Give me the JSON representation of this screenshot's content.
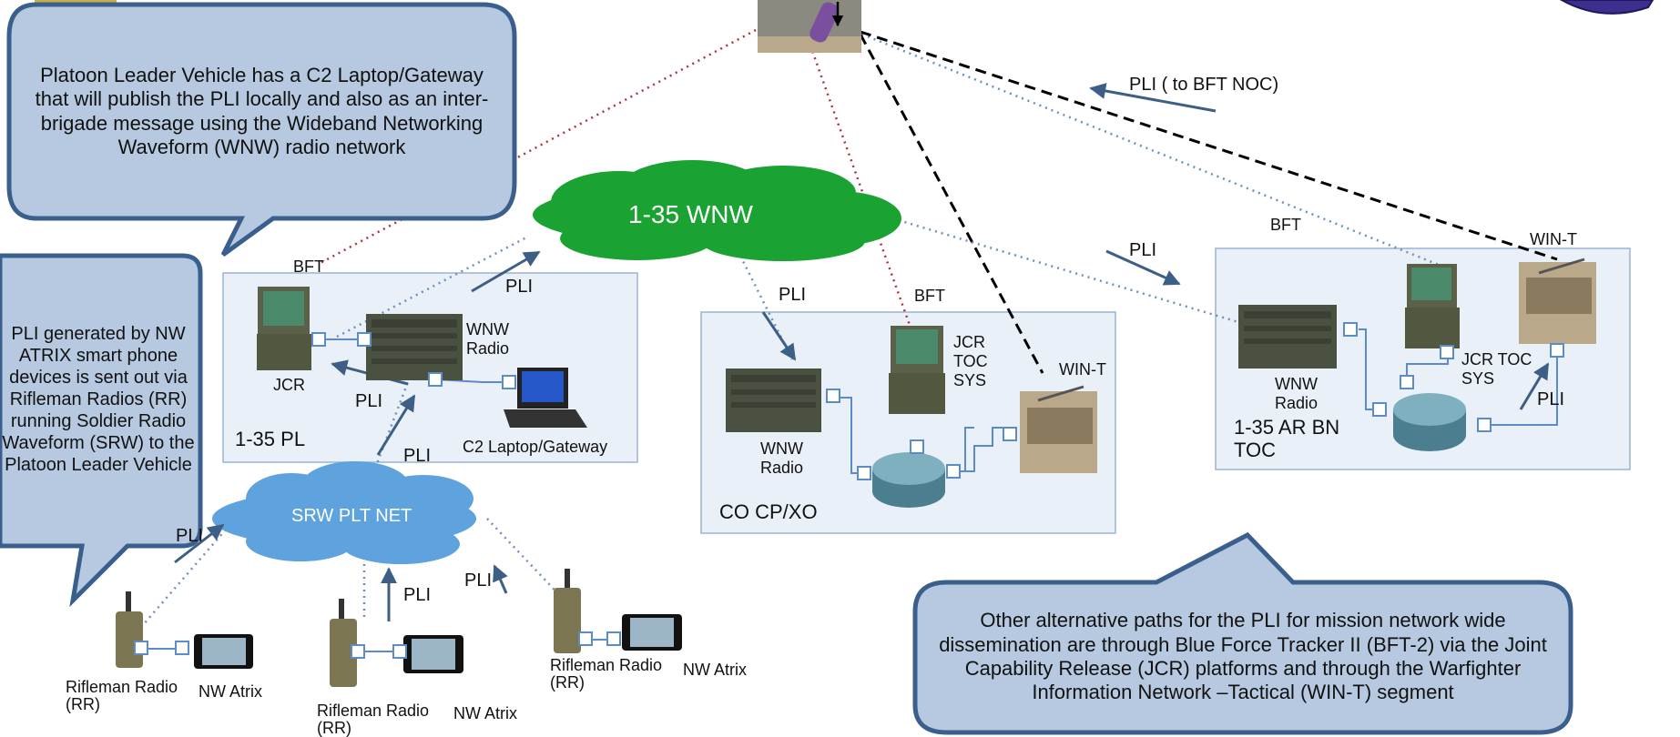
{
  "callouts": {
    "platoon_leader": "Platoon Leader Vehicle has a C2 Laptop/Gateway that will publish the PLI locally and also as an inter-brigade message using the Wideband Networking Waveform (WNW) radio network",
    "pli_generated": "PLI  generated by  NW ATRIX smart phone devices is sent out via Rifleman Radios (RR) running  Soldier Radio Waveform (SRW) to the Platoon Leader Vehicle",
    "alternative_paths": "Other alternative paths for the PLI for mission network wide dissemination are through Blue Force Tracker II (BFT-2) via the Joint Capability Release (JCR) platforms and through the Warfighter Information Network –Tactical (WIN-T) segment"
  },
  "clouds": {
    "wnw": "1-35 WNW",
    "srw": "SRW  PLT NET"
  },
  "networks": {
    "pl": {
      "name": "1-35 PL",
      "bft": "BFT",
      "jcr": "JCR",
      "wnw_radio": "WNW\nRadio",
      "c2": "C2 Laptop/Gateway"
    },
    "co": {
      "name": "CO CP/XO",
      "bft": "BFT",
      "jcr": "JCR\nTOC\nSYS",
      "win_t": "WIN-T",
      "wnw_radio": "WNW\nRadio"
    },
    "bn": {
      "name": "1-35 AR BN\nTOC",
      "bft": "BFT",
      "win_t": "WIN-T",
      "jcr": "JCR TOC\nSYS",
      "wnw_radio": "WNW\nRadio"
    }
  },
  "pli": "PLI",
  "pli_bft_noc": "PLI ( to BFT NOC)",
  "radios": {
    "rifleman": "Rifleman Radio\n(RR)",
    "nw_atrix": "NW Atrix"
  },
  "colors": {
    "callout_fill": "#b6c9e0",
    "callout_stroke": "#3a5f8d",
    "cloud_green": "#1aa332",
    "cloud_blue": "#5ea3de",
    "box_fill": "#eaf0f7",
    "box_stroke": "#9ab4d2",
    "arrow": "#3d5f86",
    "port": "#5b8cc6"
  },
  "icons": [
    "satellite-icon",
    "radio-icon",
    "jcr-terminal-icon",
    "router-icon",
    "laptop-icon",
    "win-t-antenna-icon",
    "smartphone-icon",
    "rifleman-radio-icon"
  ]
}
